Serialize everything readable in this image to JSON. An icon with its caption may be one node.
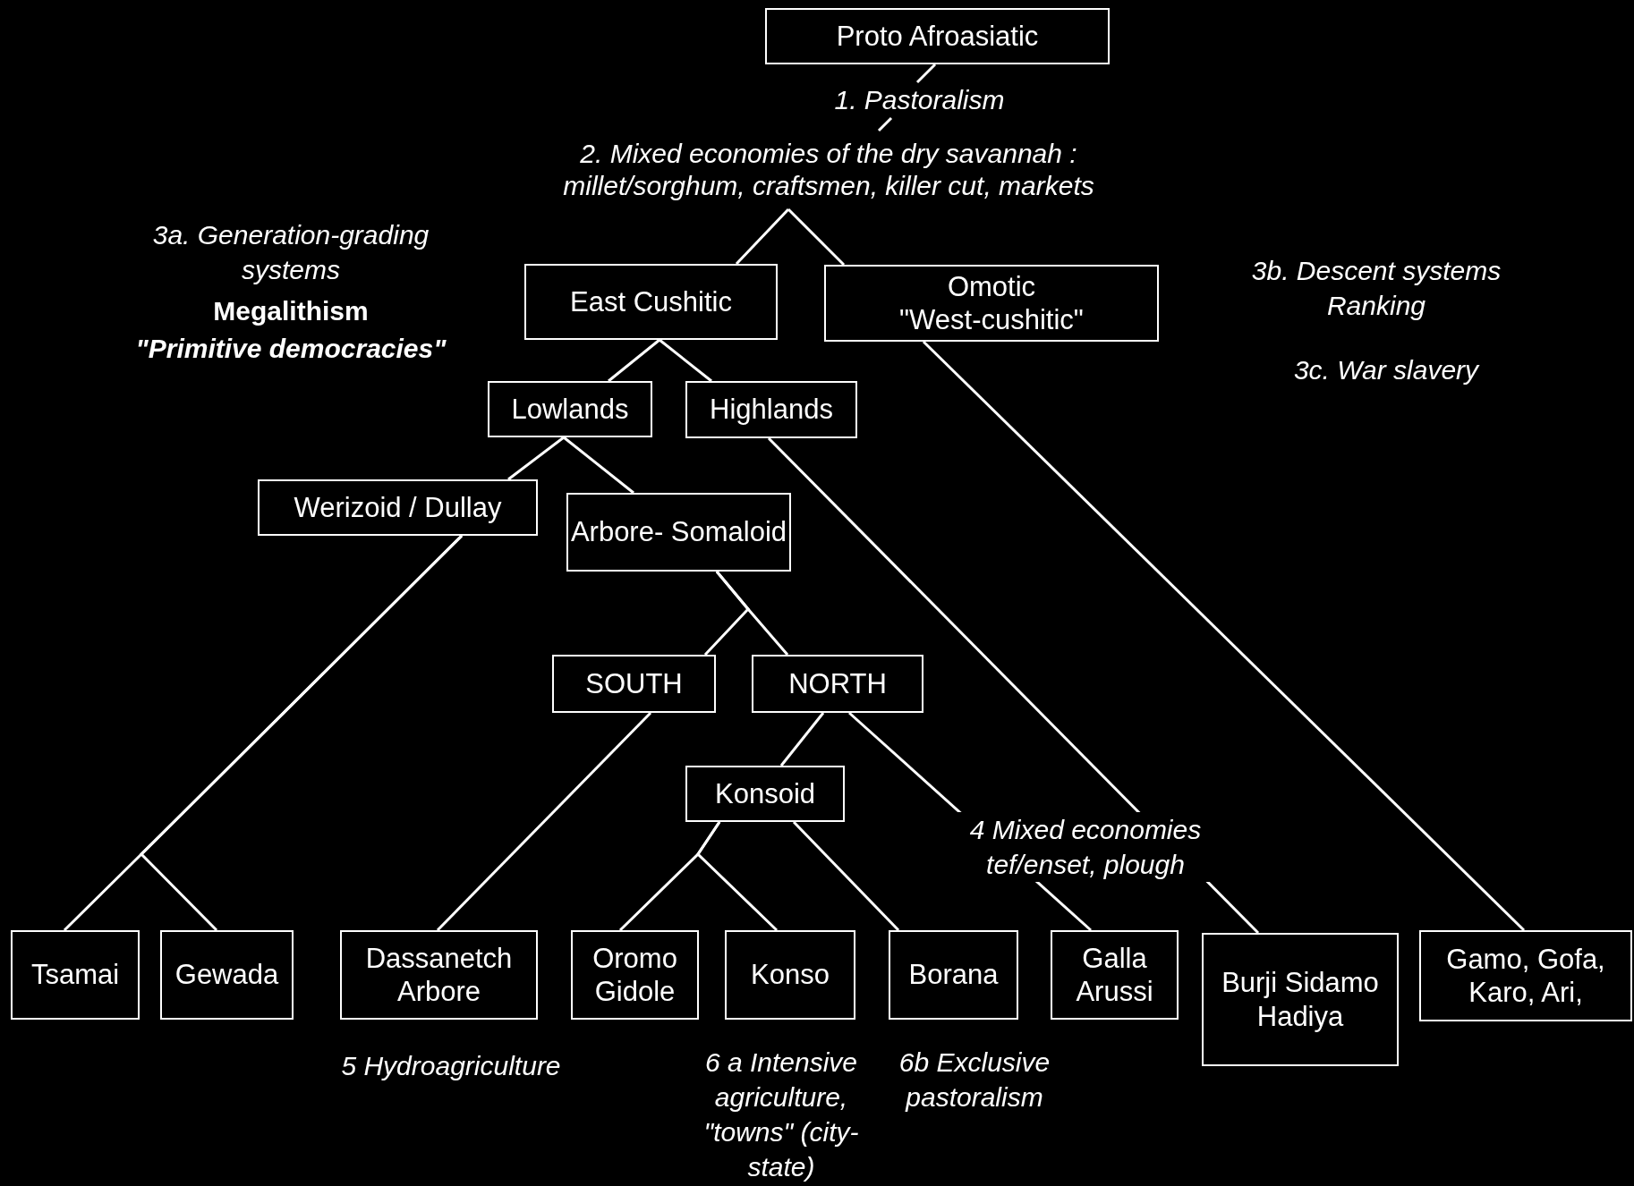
{
  "diagram": {
    "nodes": [
      {
        "text": [
          "Proto Afroasiatic"
        ]
      },
      {
        "text": [
          "1. Pastoralism"
        ]
      },
      {
        "text": [
          "2. Mixed economies of the dry savannah : millet/sorghum, craftsmen, killer cut, markets"
        ]
      },
      {
        "text": [
          "East Cushitic"
        ]
      },
      {
        "text": [
          "Omotic",
          "\"West-cushitic\""
        ]
      },
      {
        "text": [
          "Lowlands"
        ]
      },
      {
        "text": [
          "Highlands"
        ]
      },
      {
        "text": [
          "Werizoid / Dullay"
        ]
      },
      {
        "text": [
          "Arbore- Somaloid"
        ]
      },
      {
        "text": [
          "SOUTH"
        ]
      },
      {
        "text": [
          "NORTH"
        ]
      },
      {
        "text": [
          "Konsoid"
        ]
      },
      {
        "text": [
          "Tsamai"
        ]
      },
      {
        "text": [
          "Gewada"
        ]
      },
      {
        "text": [
          "Dassanetch Arbore"
        ],
        "beside": [
          "5 Hydroagriculture"
        ]
      },
      {
        "text": [
          "Oromo Gidole"
        ]
      },
      {
        "text": [
          "Konso"
        ],
        "beside": [
          "6 a Intensive agriculture, \"towns\" (city-state)"
        ]
      },
      {
        "text": [
          "Borana"
        ],
        "beside": [
          "6b Exclusive pastoralism"
        ]
      },
      {
        "text": [
          "Galla Arussi"
        ]
      },
      {
        "text": [
          "Burji Sidamo Hadiya"
        ]
      },
      {
        "text": [
          "Gamo, Gofa, Karo, Ari,"
        ]
      }
    ],
    "edges": [
      {
        "from": 0,
        "to": 1,
        "arrow": "none"
      },
      {
        "from": 1,
        "to": 2,
        "arrow": "none"
      },
      {
        "from": 2,
        "to": 3,
        "arrow": "none"
      },
      {
        "from": 2,
        "to": 4,
        "arrow": "none"
      },
      {
        "from": 3,
        "to": 5,
        "arrow": "none"
      },
      {
        "from": 3,
        "to": 6,
        "arrow": "none"
      },
      {
        "from": 5,
        "to": 7,
        "arrow": "none"
      },
      {
        "from": 5,
        "to": 8,
        "arrow": "none"
      },
      {
        "from": 8,
        "to": 9,
        "arrow": "none"
      },
      {
        "from": 8,
        "to": 10,
        "arrow": "none"
      },
      {
        "from": 7,
        "to": 12,
        "arrow": "none"
      },
      {
        "from": 7,
        "to": 13,
        "arrow": "none"
      },
      {
        "from": 9,
        "to": 14,
        "arrow": "none"
      },
      {
        "from": 10,
        "to": 11,
        "arrow": "none"
      },
      {
        "from": 10,
        "to": 18,
        "arrow": "none",
        "label": "4 Mixed economies tef/enset, plough"
      },
      {
        "from": 11,
        "to": 15,
        "arrow": "none"
      },
      {
        "from": 11,
        "to": 16,
        "arrow": "none"
      },
      {
        "from": 11,
        "to": 17,
        "arrow": "none"
      },
      {
        "from": 6,
        "to": 19,
        "arrow": "none"
      },
      {
        "from": 4,
        "to": 20,
        "arrow": "none"
      }
    ],
    "labels": [
      "3a. Generation-grading systems",
      "Megalithism",
      "\"Primitive democracies\"",
      "3b. Descent systems Ranking",
      "3c. War slavery"
    ]
  }
}
